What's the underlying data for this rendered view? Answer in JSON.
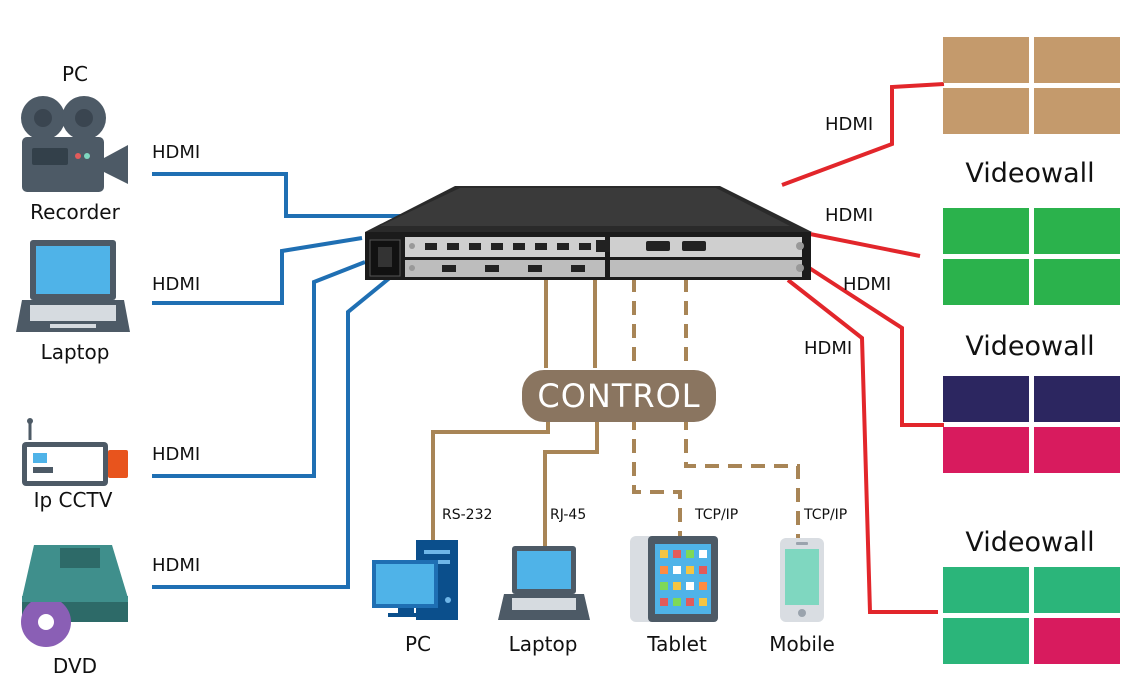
{
  "sources": {
    "pc_recorder": {
      "top_label": "PC",
      "bottom_label": "Recorder",
      "link": "HDMI"
    },
    "laptop": {
      "label": "Laptop",
      "link": "HDMI"
    },
    "ip_cctv": {
      "label": "Ip CCTV",
      "link": "HDMI"
    },
    "dvd": {
      "label": "DVD",
      "link": "HDMI"
    }
  },
  "outputs": {
    "link1": "HDMI",
    "link2": "HDMI",
    "link3": "HDMI",
    "link4": "HDMI",
    "wall2_label": "Videowall",
    "wall3_label": "Videowall",
    "wall4_label": "Videowall"
  },
  "control": {
    "label": "CONTROL",
    "rs232": "RS-232",
    "rj45": "RJ-45",
    "tcp1": "TCP/IP",
    "tcp2": "TCP/IP"
  },
  "clients": {
    "pc": "PC",
    "laptop": "Laptop",
    "tablet": "Tablet",
    "mobile": "Mobile"
  },
  "colors": {
    "input_line": "#1f6fb3",
    "output_line": "#e2262b",
    "control_line": "#a88556",
    "control_box": "#8a7560",
    "wall1": "#c49a6c",
    "wall2": "#2bb24c",
    "wall3_top": "#2c2660",
    "wall3_bottom": "#d81b5e",
    "wall4_green": "#2bb57a",
    "wall4_pink": "#d81b5e"
  }
}
